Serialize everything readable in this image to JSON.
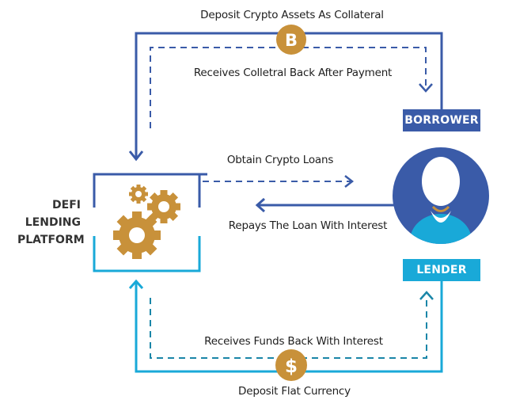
{
  "colors": {
    "borrower_blue": "#3a5ba8",
    "lender_cyan": "#19a9d8",
    "lender_cyan_dark": "#1a86a8",
    "gold": "#c8913a",
    "text": "#1e1e1e"
  },
  "nodes": {
    "platform": {
      "label_lines": [
        "DEFI",
        "LENDING",
        "PLATFORM"
      ],
      "icon": "gears-icon"
    },
    "borrower": {
      "label": "BORROWER"
    },
    "lender": {
      "label": "LENDER",
      "icon": "user-avatar-icon"
    }
  },
  "flows": {
    "deposit_crypto": {
      "label": "Deposit Crypto Assets As Collateral",
      "icon": "bitcoin-icon",
      "style": "solid"
    },
    "receives_collateral": {
      "label": "Receives Colletral Back After Payment",
      "style": "dashed"
    },
    "obtain_loans": {
      "label": "Obtain Crypto Loans",
      "style": "dashed"
    },
    "repays_loan": {
      "label": "Repays The Loan With Interest",
      "style": "solid"
    },
    "receives_funds": {
      "label": "Receives Funds Back With Interest",
      "style": "dashed"
    },
    "deposit_fiat": {
      "label": "Deposit Flat Currency",
      "icon": "dollar-icon",
      "style": "solid"
    }
  },
  "icons": {
    "bitcoin_glyph": "B",
    "dollar_glyph": "$"
  }
}
